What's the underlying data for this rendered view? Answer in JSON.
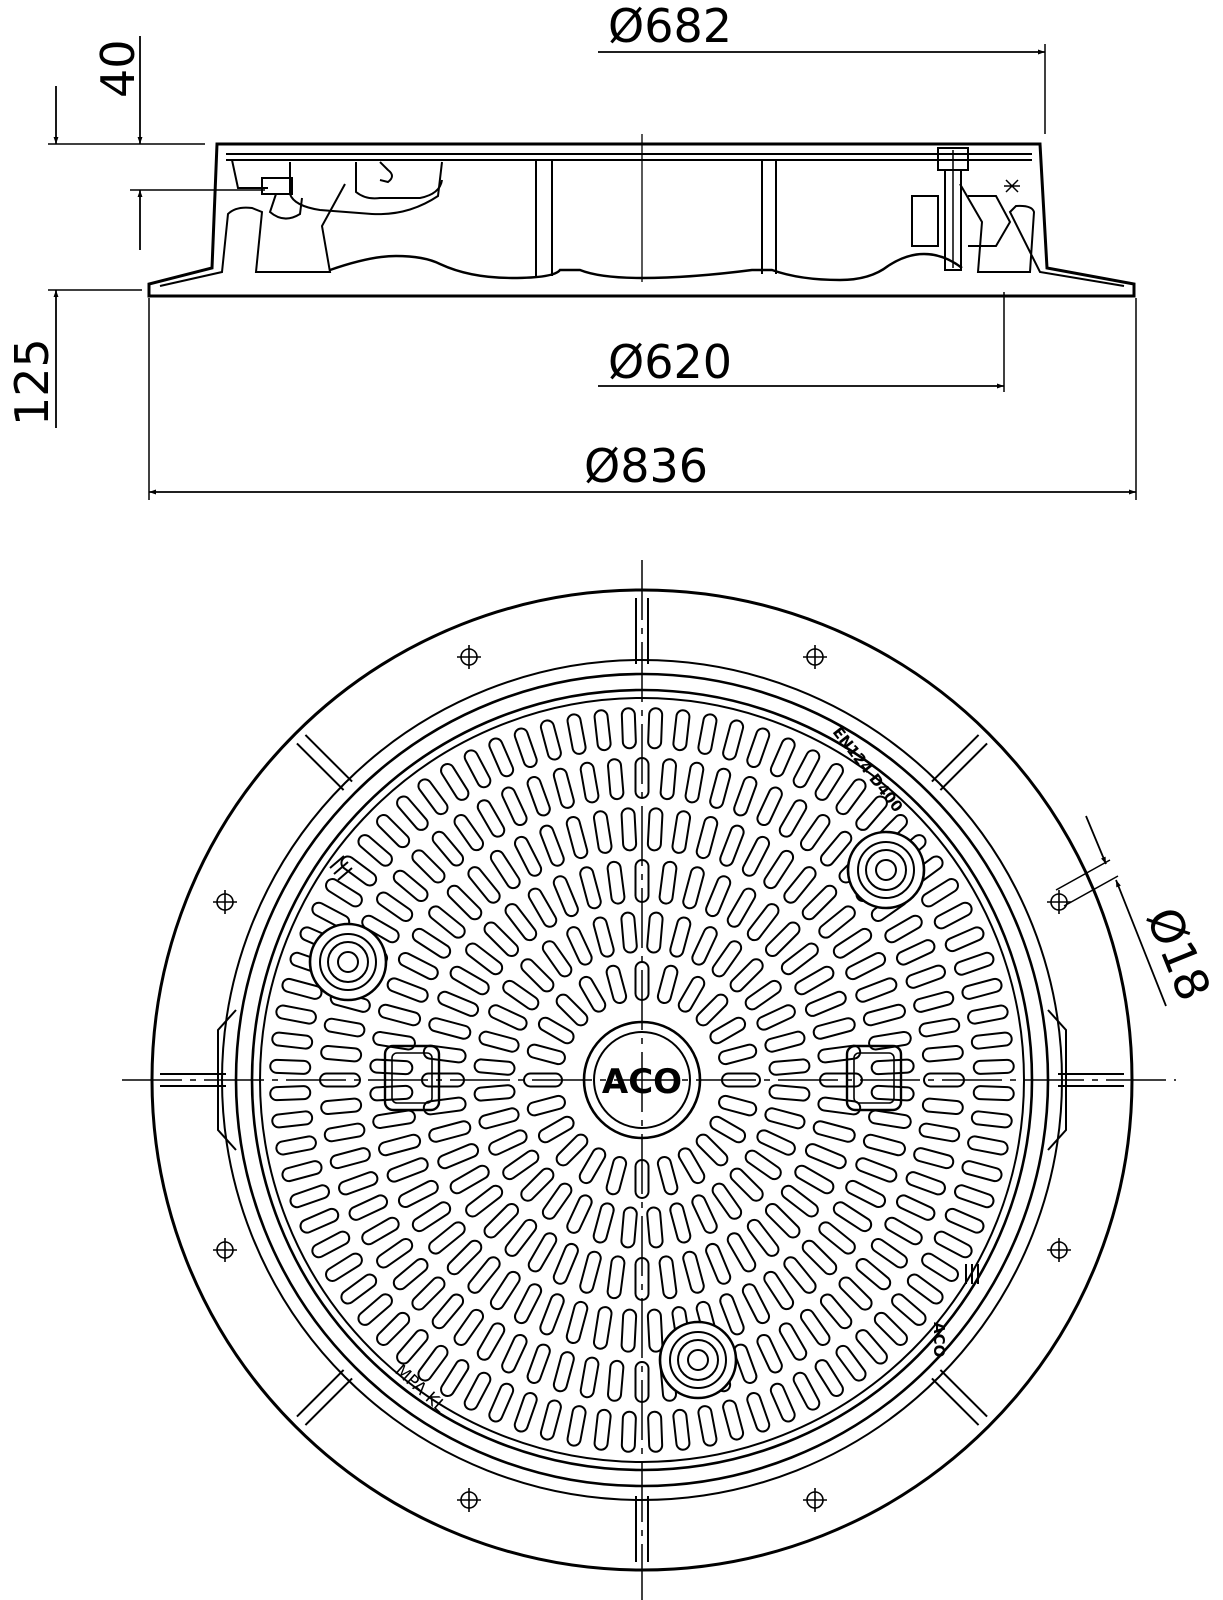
{
  "dimensions": {
    "d682": "Ø682",
    "d620": "Ø620",
    "d836": "Ø836",
    "h40": "40",
    "h125": "125",
    "d18": "Ø18"
  },
  "markings": {
    "standard": "EN124 D400",
    "certifier": "MPA KL",
    "logo": "ACO",
    "bottom_logo": "ACO"
  }
}
